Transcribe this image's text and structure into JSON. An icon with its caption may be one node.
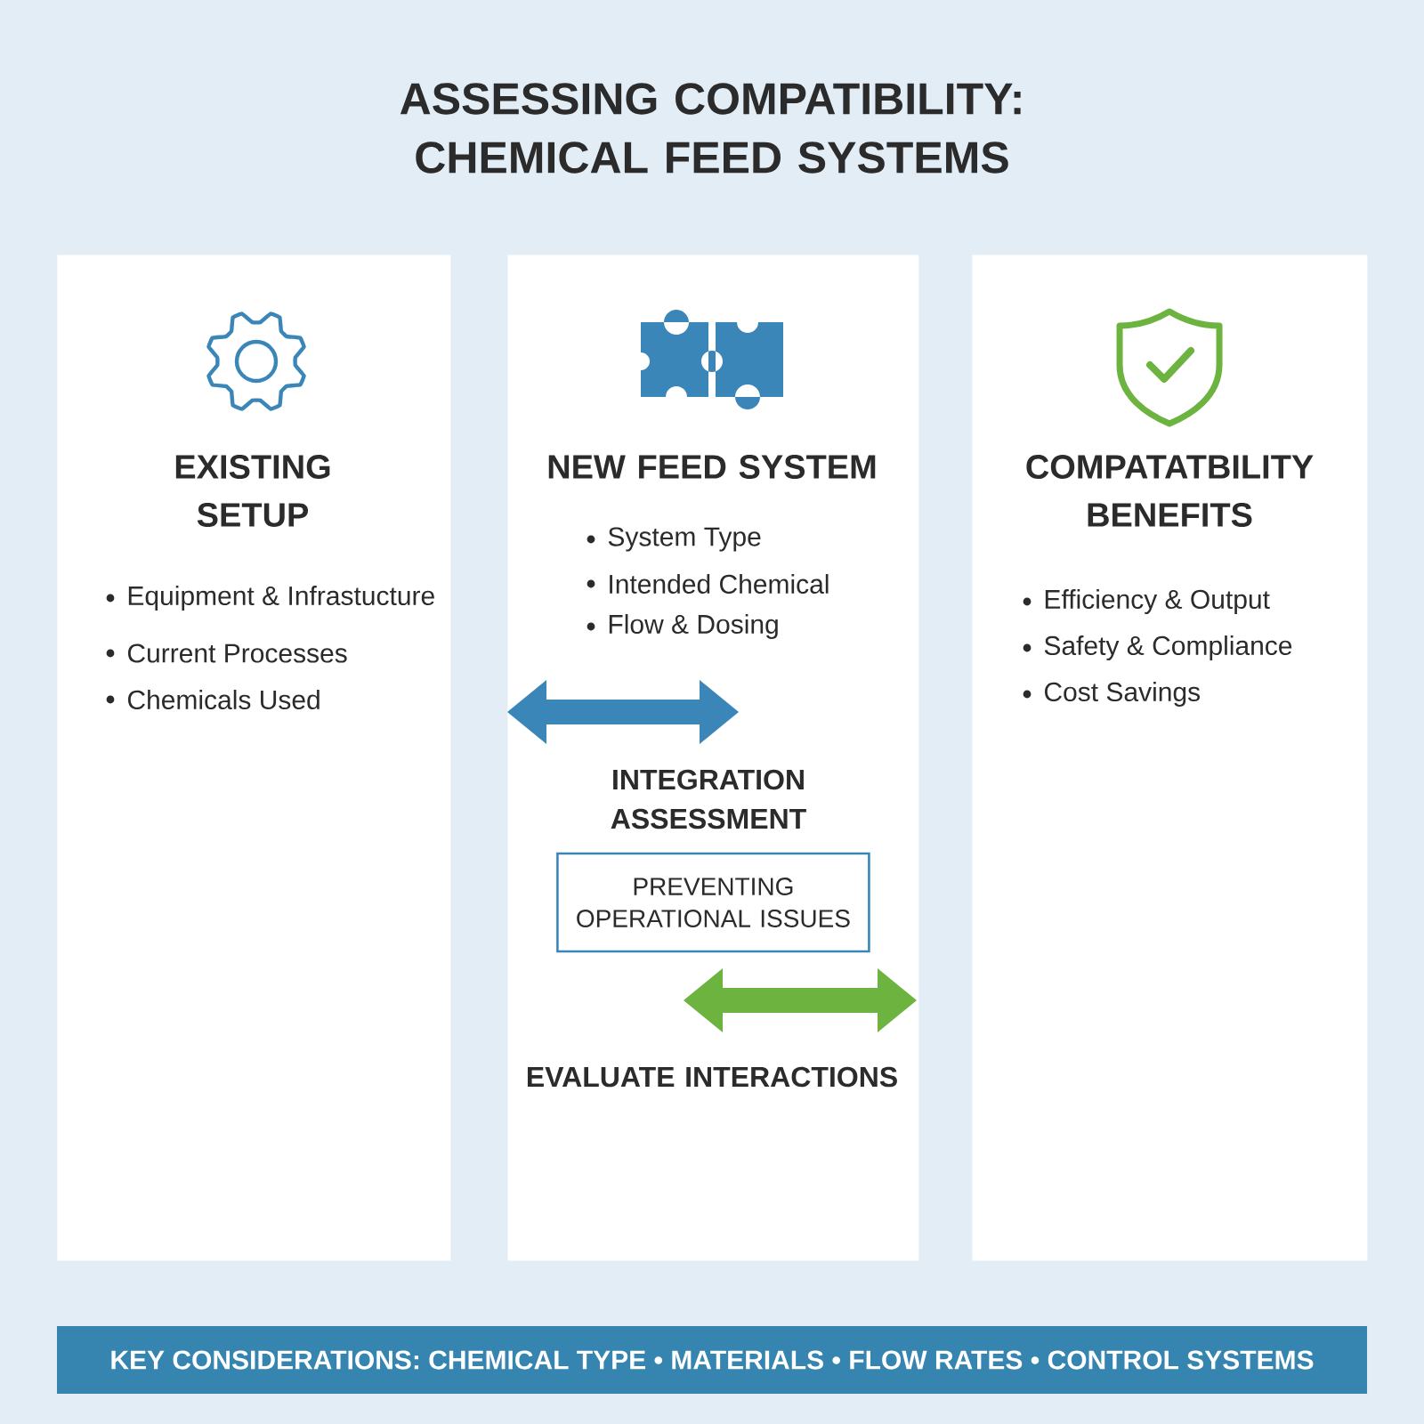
{
  "diagram": {
    "title": "ASSESSING COMPATIBILITY: CHEMICAL FEED SYSTEMS",
    "nodes": [
      {
        "text": [
          "EXISTING SETUP",
          "Equipment & Infrastucture",
          "Current Processes",
          "Chemicals Used"
        ]
      },
      {
        "text": [
          "NEW FEED SYSTEM",
          "System Type",
          "Intended Chemical",
          "Flow & Dosing"
        ]
      },
      {
        "text": [
          "COMPATATBILITY BENEFITS",
          "Efficiency & Output",
          "Safety & Compliance",
          "Cost Savings"
        ]
      },
      {
        "text": [
          "PREVENTING OPERATIONAL ISSUES"
        ],
        "in": 1
      },
      {
        "text": [
          "KEY CONSIDERATIONS: CHEMICAL TYPE • MATERIALS • FLOW RATES • CONTROL SYSTEMS"
        ]
      }
    ],
    "labels": [
      "INTEGRATION ASSESSMENT",
      "EVALUATE INTERACTIONS"
    ]
  }
}
